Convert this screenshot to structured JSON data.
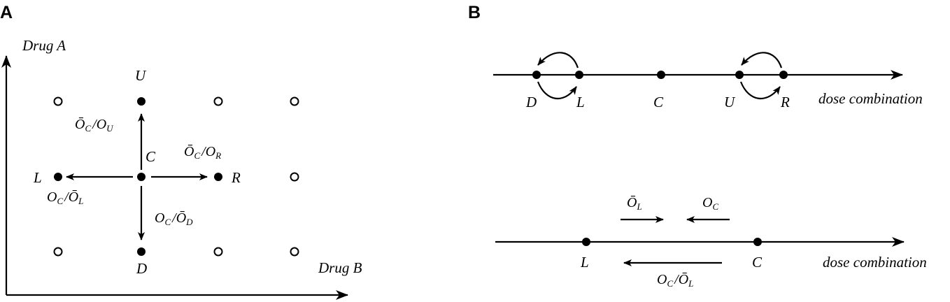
{
  "panel_a": {
    "letter": "A",
    "axis_y_label": "Drug A",
    "axis_x_label": "Drug B",
    "nodes": {
      "U": "U",
      "C": "C",
      "L": "L",
      "R": "R",
      "D": "D"
    },
    "ratios": {
      "up": {
        "num": "Ō",
        "num_sub": "C",
        "den": "O",
        "den_sub": "U"
      },
      "right": {
        "num": "Ō",
        "num_sub": "C",
        "den": "O",
        "den_sub": "R"
      },
      "left": {
        "num": "O",
        "num_sub": "C",
        "den": "Ō",
        "den_sub": "L"
      },
      "down": {
        "num": "O",
        "num_sub": "C",
        "den": "Ō",
        "den_sub": "D"
      }
    },
    "slash": "/"
  },
  "panel_b": {
    "letter": "B",
    "top_line": {
      "points": [
        "D",
        "L",
        "C",
        "U",
        "R"
      ],
      "axis_label": "dose combination"
    },
    "bottom_line": {
      "points": [
        "L",
        "C"
      ],
      "axis_label": "dose combination",
      "label_right_arrow": {
        "sym": "Ō",
        "sub": "L"
      },
      "label_left_arrow": {
        "sym": "O",
        "sub": "C"
      },
      "label_long_arrow": {
        "num": "O",
        "num_sub": "C",
        "den": "Ō",
        "den_sub": "L"
      }
    }
  }
}
